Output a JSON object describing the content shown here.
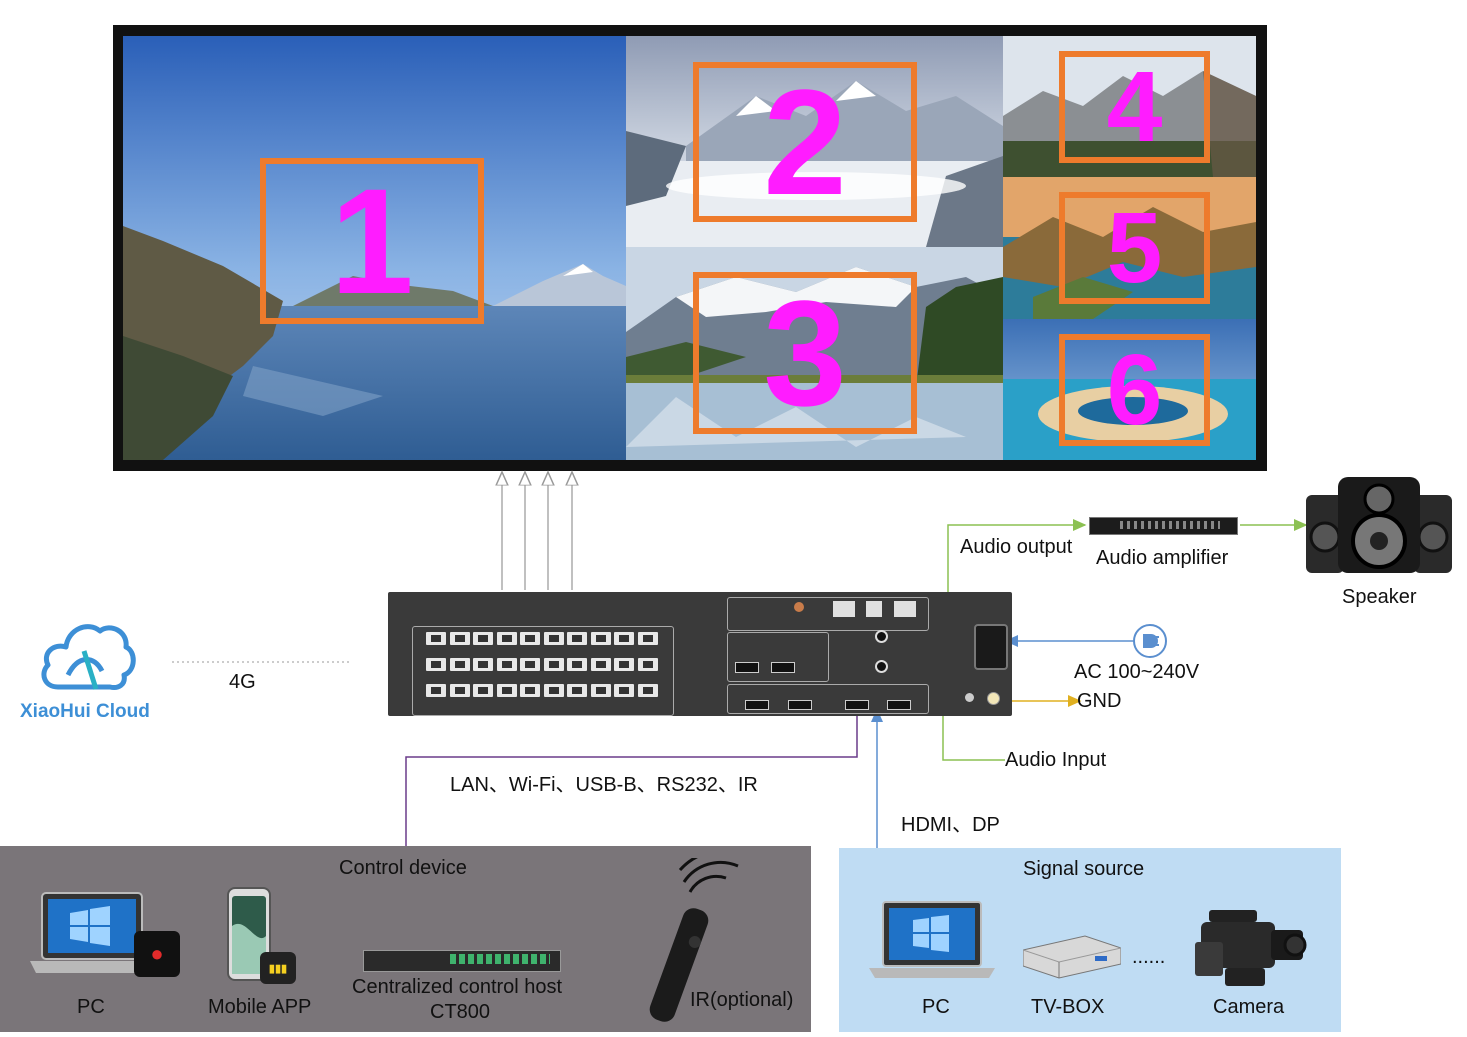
{
  "screen": {
    "windows": [
      "1",
      "2",
      "3",
      "4",
      "5",
      "6"
    ]
  },
  "cloud": {
    "name": "XiaoHui Cloud",
    "link_label": "4G"
  },
  "connections": {
    "control_link": "LAN、Wi-Fi、USB-B、RS232、IR",
    "signal_link": "HDMI、DP",
    "audio_output": "Audio output",
    "audio_input": "Audio Input",
    "ac_power": "AC 100~240V",
    "ground": "GND"
  },
  "audio": {
    "amplifier": "Audio amplifier",
    "speaker": "Speaker"
  },
  "control_device": {
    "title": "Control device",
    "items": [
      {
        "label": "PC"
      },
      {
        "label": "Mobile APP"
      },
      {
        "label": "Centralized control host"
      },
      {
        "label": "CT800"
      },
      {
        "label": "IR(optional)"
      }
    ]
  },
  "signal_source": {
    "title": "Signal source",
    "items": [
      {
        "label": "PC"
      },
      {
        "label": "TV-BOX"
      },
      {
        "label": "......"
      },
      {
        "label": "Camera"
      }
    ]
  },
  "colors": {
    "window_border": "#ee7b2c",
    "window_number": "#ff1cff",
    "audio_line": "#8cc152",
    "signal_line": "#5b8fcf",
    "control_line": "#6a3b8a",
    "gnd_line": "#e0b020",
    "output_arrows": "#aaaaaa"
  }
}
